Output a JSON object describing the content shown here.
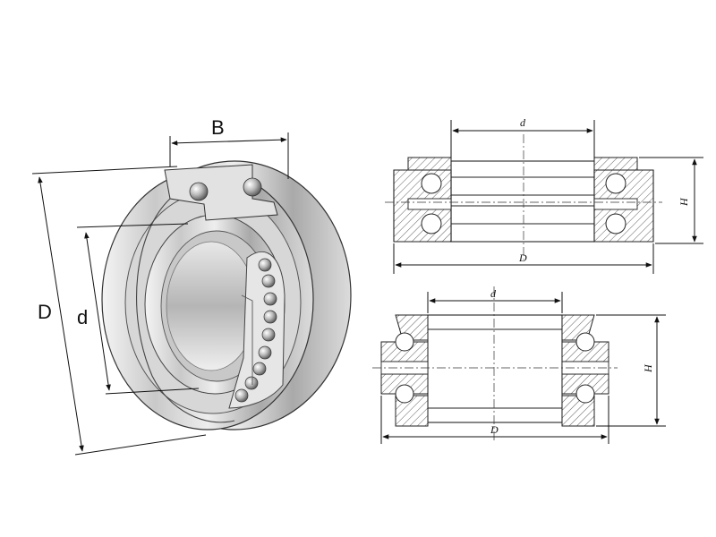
{
  "isometric_view": {
    "width_label": "B",
    "outer_diameter_label": "D",
    "bore_label": "d"
  },
  "section_top": {
    "bore_label": "d",
    "outer_diameter_label": "D",
    "height_label": "H"
  },
  "section_bottom": {
    "bore_label": "d",
    "outer_diameter_label": "D",
    "height_label": "H"
  }
}
